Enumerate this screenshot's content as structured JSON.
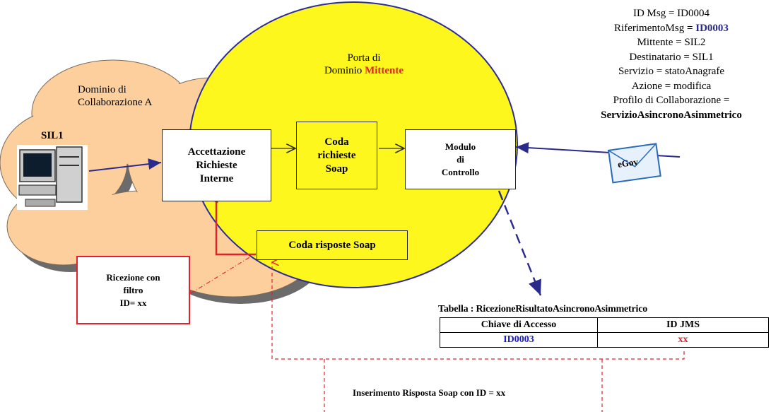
{
  "domain_labels": {
    "dominio": [
      "Dominio di",
      "Collaborazione A"
    ],
    "porta_line1": "Porta di",
    "porta_line2_prefix": "Dominio ",
    "porta_line2_highlight": "Mittente",
    "sil1": "SIL1"
  },
  "boxes": {
    "accettazione": [
      "Accettazione",
      "Richieste",
      "Interne"
    ],
    "coda_richieste": [
      "Coda",
      "richieste",
      "Soap"
    ],
    "modulo": [
      "Modulo",
      "di",
      "Controllo"
    ],
    "coda_risposte": "Coda risposte Soap",
    "ricezione": [
      "Ricezione con",
      "filtro",
      "ID= xx"
    ]
  },
  "egov_label": "eGov",
  "message_info": {
    "id_msg": "ID Msg = ID0004",
    "rif_prefix": "RiferimentoMsg",
    "rif_eq": " = ",
    "rif_value": "ID0003",
    "mittente": "Mittente = SIL2",
    "destinatario": "Destinatario = SIL1",
    "servizio": "Servizio = statoAnagrafe",
    "azione": "Azione = modifica",
    "profilo": "Profilo di Collaborazione =",
    "profilo_value": "ServizioAsincronoAsimmetrico"
  },
  "table": {
    "title": "Tabella : RicezioneRisultatoAsincronoAsimmetrico",
    "headers": [
      "Chiave di Accesso",
      "ID JMS"
    ],
    "row": [
      "ID0003",
      "xx"
    ]
  },
  "bottom_label": "Inserimento Risposta Soap con  ID = xx",
  "colors": {
    "cloud": "#fccf9c",
    "cloud_shadow": "#6b6b6b",
    "ellipse": "#fdf71d",
    "ellipse_border": "#2b2b9e",
    "arrow_blue": "#2a2a8c",
    "red": "#e3212b",
    "blue_text": "#1a1acc",
    "navy_text": "#2a2a8c"
  }
}
